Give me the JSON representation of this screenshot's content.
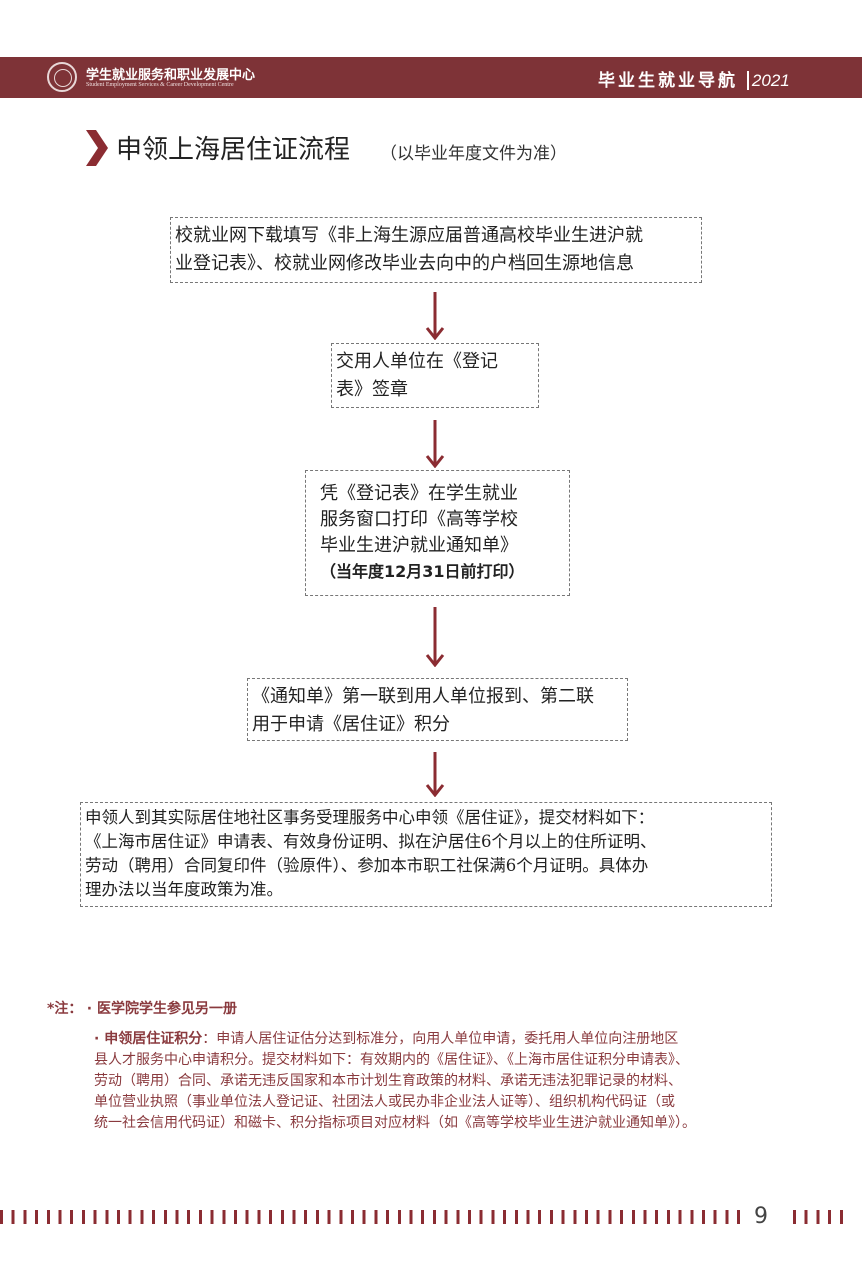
{
  "header": {
    "org_cn": "学生就业服务和职业发展中心",
    "org_en": "Student Employment Services & Career Development Centre",
    "guide": "毕业生就业导航",
    "year": "2021"
  },
  "section": {
    "title": "申领上海居住证流程",
    "subtitle": "（以毕业年度文件为准）"
  },
  "steps": [
    {
      "lines": [
        "校就业网下载填写《非上海生源应届普通高校毕业生进沪就",
        "业登记表》、校就业网修改毕业去向中的户档回生源地信息"
      ]
    },
    {
      "lines": [
        "交用人单位在《登记",
        "表》签章"
      ]
    },
    {
      "lines": [
        "凭《登记表》在学生就业",
        "服务窗口打印《高等学校",
        "毕业生进沪就业通知单》"
      ],
      "note": "（当年度12月31日前打印）"
    },
    {
      "lines": [
        "《通知单》第一联到用人单位报到、第二联",
        "用于申请《居住证》积分"
      ]
    },
    {
      "lines": [
        "申领人到其实际居住地社区事务受理服务中心申领《居住证》，提交材料如下：",
        "《上海市居住证》申请表、有效身份证明、拟在沪居住6个月以上的住所证明、",
        "劳动（聘用）合同复印件（验原件）、参加本市职工社保满6个月证明。具体办",
        "理办法以当年度政策为准。"
      ]
    }
  ],
  "notes": {
    "label": "*注：",
    "item1": "· 医学院学生参见另一册",
    "item2_title": "· 申领居住证积分",
    "item2_lines": [
      "：申请人居住证估分达到标准分，向用人单位申请，委托用人单位向注册地区",
      "县人才服务中心申请积分。提交材料如下：有效期内的《居住证》、《上海市居住证积分申请表》、",
      "劳动（聘用）合同、承诺无违反国家和本市计划生育政策的材料、承诺无违法犯罪记录的材料、",
      "单位营业执照（事业单位法人登记证、社团法人或民办非企业法人证等）、组织机构代码证（或",
      "统一社会信用代码证）和磁卡、积分指标项目对应材料（如《高等学校毕业生进沪就业通知单》）。"
    ]
  },
  "footer": {
    "page": "9"
  },
  "colors": {
    "brand": "#7e3337",
    "arrow": "#8b2c32"
  }
}
